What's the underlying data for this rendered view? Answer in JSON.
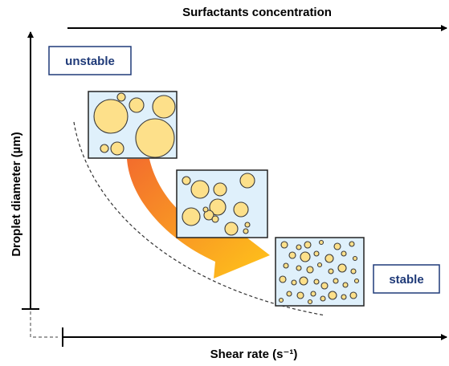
{
  "labels": {
    "top_axis": "Surfactants concentration",
    "x_axis": "Shear rate (s⁻¹)",
    "y_axis": "Droplet diameter (µm)",
    "unstable": "unstable",
    "stable": "stable"
  },
  "colors": {
    "droplet_fill": "#fde08a",
    "droplet_stroke": "#3a3a3a",
    "panel_fill": "#dff0fb",
    "arrow_start": "#f26522",
    "arrow_end": "#ffc20e",
    "state_text": "#1f3a78",
    "state_border": "#1f3a78"
  },
  "icons": {
    "x_axis_arrow": "arrow-right-icon",
    "y_axis_arrow": "arrow-up-icon",
    "top_arrow": "arrow-right-icon",
    "trend_arrow": "curved-arrow-icon"
  }
}
